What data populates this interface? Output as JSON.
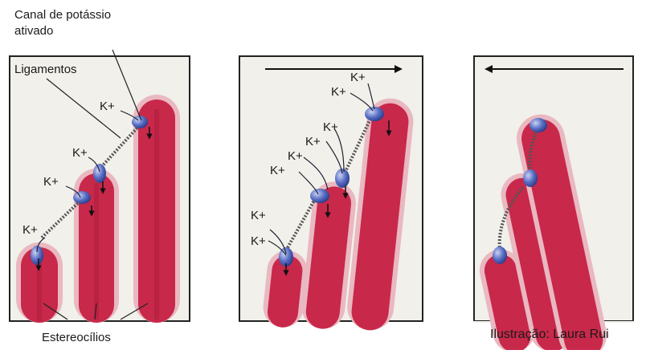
{
  "labels": {
    "channel_line1": "Canal de potássio",
    "channel_line2": "ativado",
    "ligaments": "Ligamentos",
    "stereocilia": "Estereocílios",
    "credit": "Ilustração: Laura Rui",
    "potassium": "K+"
  },
  "colors": {
    "stereocilium_fill": "#c8284a",
    "stereocilium_dark": "#9e1733",
    "membrane_halo": "#e9b8c0",
    "channel_fill": "#5a6fc4",
    "channel_dark": "#2a3a8a",
    "panel_bg": "#f1f0ea",
    "border": "#222222"
  },
  "icons": {
    "arrow_right": "arrow-right-icon",
    "arrow_left": "arrow-left-icon"
  }
}
